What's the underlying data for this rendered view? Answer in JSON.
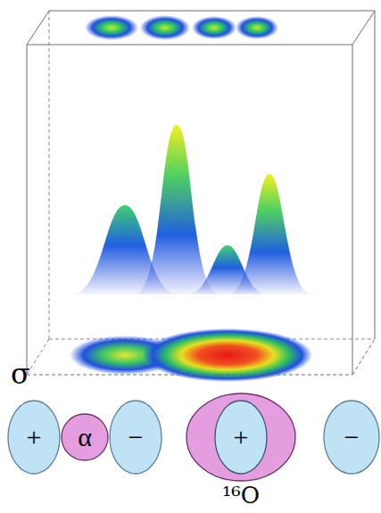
{
  "diagram": {
    "nodes": [
      {
        "text": [
          "+"
        ]
      },
      {
        "text": [
          "α"
        ]
      },
      {
        "text": [
          "−"
        ]
      },
      {
        "text": [
          "¹⁶O"
        ]
      },
      {
        "text": [
          "+"
        ],
        "in": 3
      },
      {
        "text": [
          "−"
        ]
      }
    ],
    "labels": [
      "σ"
    ]
  }
}
